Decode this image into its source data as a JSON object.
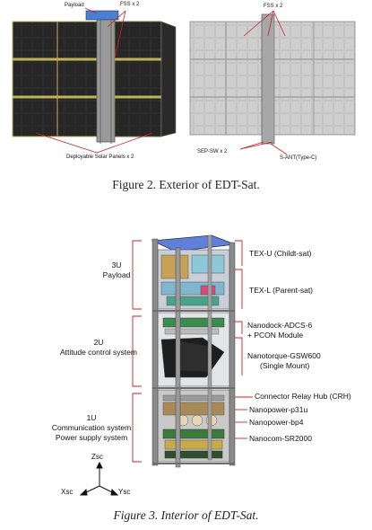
{
  "figure2": {
    "left_labels": {
      "payload": "Payload",
      "fss": "FSS x 2",
      "solar": "Deployable Solar Panels x 2"
    },
    "right_labels": {
      "fss": "FSS x 2",
      "sep_sw": "SEP-SW x 2",
      "s_ant": "S-ANT(Type-C)"
    },
    "caption": "Figure 2. Exterior of EDT-Sat."
  },
  "figure3": {
    "left_sections": [
      {
        "line1": "3U",
        "line2": "Payload"
      },
      {
        "line1": "2U",
        "line2": "Attitude control system"
      },
      {
        "line1": "1U",
        "line2": "Communication system",
        "line3": "Power supply system"
      }
    ],
    "right_labels": {
      "tex_u": "TEX-U (Childt-sat)",
      "tex_l": "TEX-L (Parent-sat)",
      "nanodock_1": "Nanodock-ADCS-6",
      "nanodock_2": "+ PCON Module",
      "nanotorque_1": "Nanotorque-GSW600",
      "nanotorque_2": "(Single Mount)",
      "crh": "Connector Relay Hub (CRH)",
      "p31u": "Nanopower-p31u",
      "bp4": "Nanopower-bp4",
      "sr2000": "Nanocom-SR2000"
    },
    "axes": {
      "z": "Zsc",
      "x": "Xsc",
      "y": "Ysc"
    },
    "caption": "Figure 3. Interior of EDT-Sat."
  },
  "colors": {
    "panel": "#1b1b1b",
    "panel_frame": "#bfb25a",
    "right_panel": "#d8d8d8",
    "structure": "#8a8a8a",
    "leader": "#cc2222",
    "bracket": "#cc2222"
  }
}
